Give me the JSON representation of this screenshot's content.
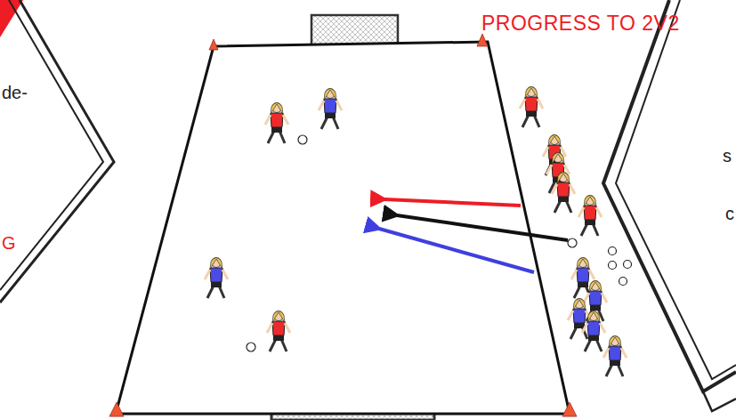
{
  "diagram": {
    "title": "PROGRESS TO 2V2",
    "labels": [
      "de-",
      "G",
      "s",
      "c"
    ]
  }
}
